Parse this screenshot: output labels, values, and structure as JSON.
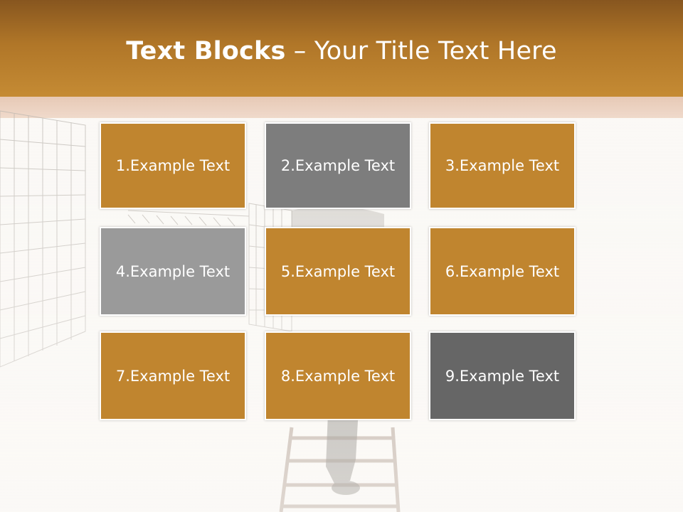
{
  "title": {
    "bold": "Text Blocks",
    "rest": " – Your Title Text Here"
  },
  "colors": {
    "header_top": "#87561f",
    "header_bottom": "#c58b34",
    "tile_gold": "#c0852f",
    "tile_gray_dark": "#7d7d7d",
    "tile_gray_light": "#9a9a9a",
    "tile_gray_darker": "#666666"
  },
  "tiles": [
    {
      "label": "1.Example Text",
      "color": "#c0852f"
    },
    {
      "label": "2.Example Text",
      "color": "#7d7d7d"
    },
    {
      "label": "3.Example Text",
      "color": "#c0852f"
    },
    {
      "label": "4.Example Text",
      "color": "#9a9a9a"
    },
    {
      "label": "5.Example Text",
      "color": "#c0852f"
    },
    {
      "label": "6.Example Text",
      "color": "#c0852f"
    },
    {
      "label": "7.Example Text",
      "color": "#c0852f"
    },
    {
      "label": "8.Example Text",
      "color": "#c0852f"
    },
    {
      "label": "9.Example Text",
      "color": "#666666"
    }
  ]
}
